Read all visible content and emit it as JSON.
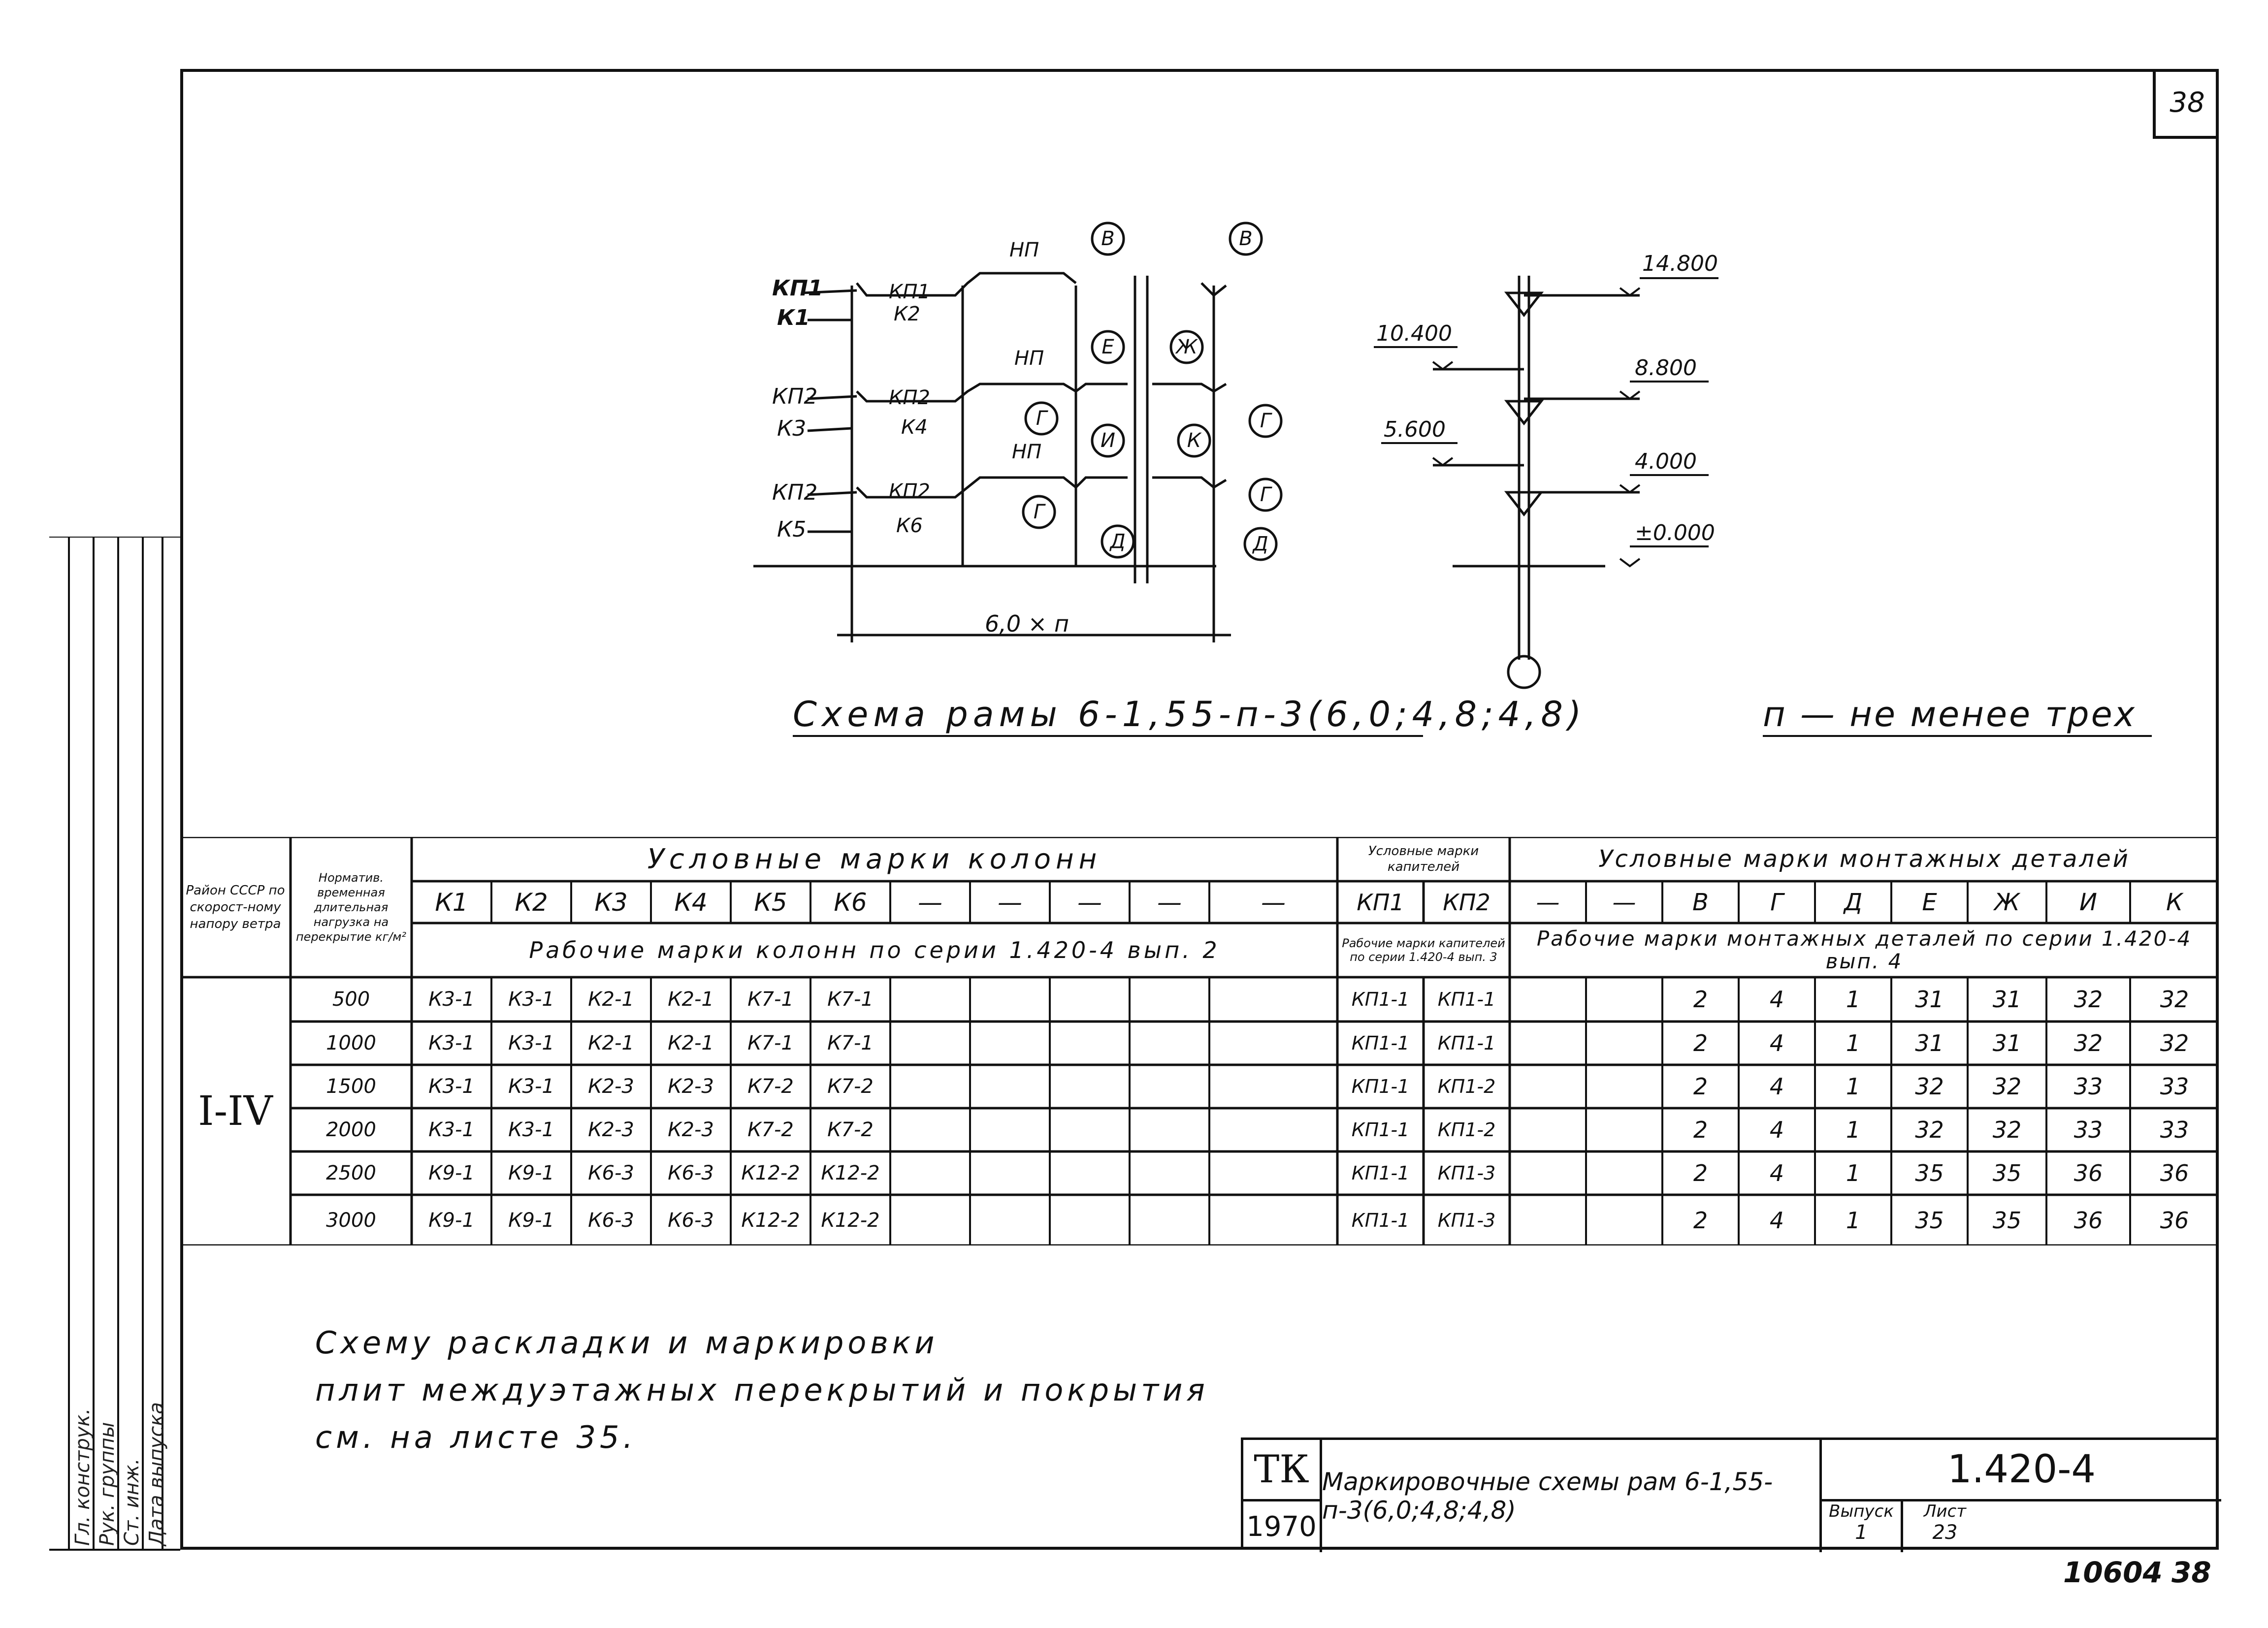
{
  "sheet_number_corner": "38",
  "frame_scheme": {
    "caption": "Схема рамы 6-1,55-п-3(6,0;4,8;4,8)",
    "span_label": "6,0 × п",
    "left_labels": [
      "КП1",
      "К1",
      "КП2",
      "К3",
      "КП2",
      "К5"
    ],
    "inner_labels": [
      "КП1",
      "К2",
      "НП",
      "КП2",
      "К4",
      "НП",
      "КП2",
      "К6",
      "НП"
    ],
    "circle_labels": [
      "В",
      "В",
      "Е",
      "Ж",
      "Г",
      "Г",
      "И",
      "К",
      "Г",
      "Г",
      "Д",
      "Д"
    ]
  },
  "column_scheme": {
    "levels": [
      "14.800",
      "8.800",
      "4.000",
      "±0.000"
    ],
    "left_levels": [
      "10.400",
      "5.600"
    ]
  },
  "note_n": "п — не менее трех",
  "table": {
    "col_headers": {
      "region": "Район СССР по скорост-ному напору ветра",
      "load": "Норматив. временная длительная нагрузка на перекрытие кг/м²",
      "columns_group": "Условные марки колонн",
      "columns_marks": [
        "К1",
        "К2",
        "К3",
        "К4",
        "К5",
        "К6",
        "—",
        "—",
        "—",
        "—",
        "—"
      ],
      "columns_work": "Рабочие марки колонн по серии 1.420-4 вып. 2",
      "caps_group": "Условные марки капителей",
      "caps_marks": [
        "КП1",
        "КП2"
      ],
      "caps_work": "Рабочие марки капителей по серии 1.420-4 вып. 3",
      "details_group": "Условные марки монтажных деталей",
      "details_marks": [
        "—",
        "—",
        "В",
        "Г",
        "Д",
        "Е",
        "Ж",
        "И",
        "К"
      ],
      "details_work": "Рабочие марки монтажных деталей по серии 1.420-4 вып. 4"
    },
    "region_value": "I-IV",
    "rows": [
      {
        "load": "500",
        "cols": [
          "К3-1",
          "К3-1",
          "К2-1",
          "К2-1",
          "К7-1",
          "К7-1"
        ],
        "caps": [
          "КП1-1",
          "КП1-1"
        ],
        "details": [
          "2",
          "4",
          "1",
          "31",
          "31",
          "32",
          "32"
        ]
      },
      {
        "load": "1000",
        "cols": [
          "К3-1",
          "К3-1",
          "К2-1",
          "К2-1",
          "К7-1",
          "К7-1"
        ],
        "caps": [
          "КП1-1",
          "КП1-1"
        ],
        "details": [
          "2",
          "4",
          "1",
          "31",
          "31",
          "32",
          "32"
        ]
      },
      {
        "load": "1500",
        "cols": [
          "К3-1",
          "К3-1",
          "К2-3",
          "К2-3",
          "К7-2",
          "К7-2"
        ],
        "caps": [
          "КП1-1",
          "КП1-2"
        ],
        "details": [
          "2",
          "4",
          "1",
          "32",
          "32",
          "33",
          "33"
        ]
      },
      {
        "load": "2000",
        "cols": [
          "К3-1",
          "К3-1",
          "К2-3",
          "К2-3",
          "К7-2",
          "К7-2"
        ],
        "caps": [
          "КП1-1",
          "КП1-2"
        ],
        "details": [
          "2",
          "4",
          "1",
          "32",
          "32",
          "33",
          "33"
        ]
      },
      {
        "load": "2500",
        "cols": [
          "К9-1",
          "К9-1",
          "К6-3",
          "К6-3",
          "К12-2",
          "К12-2"
        ],
        "caps": [
          "КП1-1",
          "КП1-3"
        ],
        "details": [
          "2",
          "4",
          "1",
          "35",
          "35",
          "36",
          "36"
        ]
      },
      {
        "load": "3000",
        "cols": [
          "К9-1",
          "К9-1",
          "К6-3",
          "К6-3",
          "К12-2",
          "К12-2"
        ],
        "caps": [
          "КП1-1",
          "КП1-3"
        ],
        "details": [
          "2",
          "4",
          "1",
          "35",
          "35",
          "36",
          "36"
        ]
      }
    ]
  },
  "note_lines": [
    "Схему раскладки и маркировки",
    "плит междуэтажных перекрытий и покрытия",
    "см. на листе 35."
  ],
  "title_block": {
    "org": "ТК",
    "year": "1970",
    "title": "Маркировочные схемы рам 6-1,55-п-3(6,0;4,8;4,8)",
    "series": "1.420-4",
    "issue_label": "Выпуск",
    "issue": "1",
    "sheet_label": "Лист",
    "sheet": "23"
  },
  "bottom_code": "10604",
  "bottom_sheet": "38",
  "side_stamp": [
    "Гл. конструк.",
    "Рук. группы",
    "Ст. инж.",
    "Дата выпуска"
  ]
}
